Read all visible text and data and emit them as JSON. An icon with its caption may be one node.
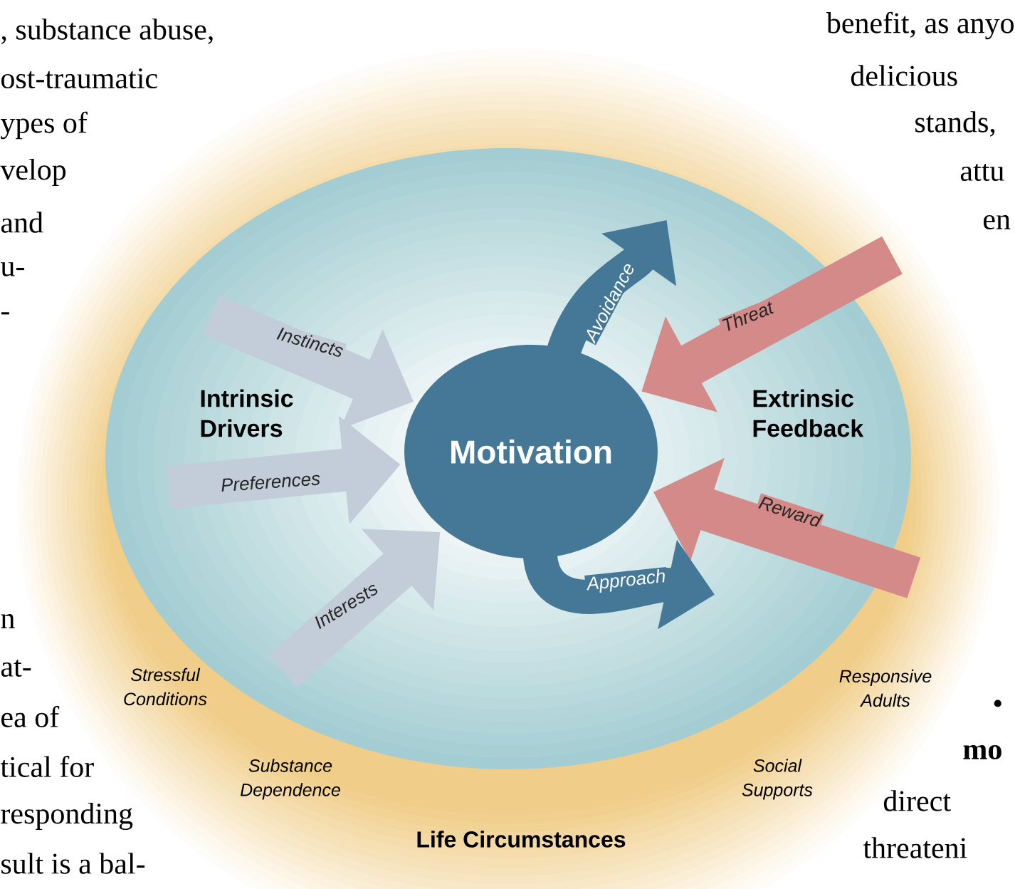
{
  "diagram": {
    "nodes": [
      {
        "text": [
          "Life Circumstances"
        ]
      },
      {
        "text": [
          "Motivation"
        ],
        "in": 0
      }
    ],
    "edges": [
      {
        "from": null,
        "to": 1,
        "arrow": "to",
        "label": "Instincts",
        "color": "#c3cdd9"
      },
      {
        "from": null,
        "to": 1,
        "arrow": "to",
        "label": "Preferences",
        "color": "#c3cdd9"
      },
      {
        "from": null,
        "to": 1,
        "arrow": "to",
        "label": "Interests",
        "color": "#c3cdd9"
      },
      {
        "from": 1,
        "to": null,
        "arrow": "to",
        "label": "Avoidance",
        "color": "#447896"
      },
      {
        "from": null,
        "to": 1,
        "arrow": "to",
        "label": "Threat",
        "color": "#d48a88"
      },
      {
        "from": null,
        "to": 1,
        "arrow": "to",
        "label": "Reward",
        "color": "#d48a88"
      },
      {
        "from": 1,
        "to": null,
        "arrow": "to",
        "label": "Approach",
        "color": "#447896"
      }
    ],
    "labels": [
      ", substance abuse,",
      "ost-traumatic",
      "ypes of",
      "velop",
      "and",
      "u-",
      "-",
      "n",
      "at-",
      "ea of",
      "tical for",
      "responding",
      "sult is a bal-",
      "benefit, as anyo",
      "delicious",
      "stands,",
      "attu",
      "en",
      "•",
      "mo",
      "direct",
      "threateni",
      "Intrinsic Drivers",
      "Extrinsic Feedback",
      "Stressful Conditions",
      "Substance Dependence",
      "Social Supports",
      "Responsive Adults"
    ]
  }
}
